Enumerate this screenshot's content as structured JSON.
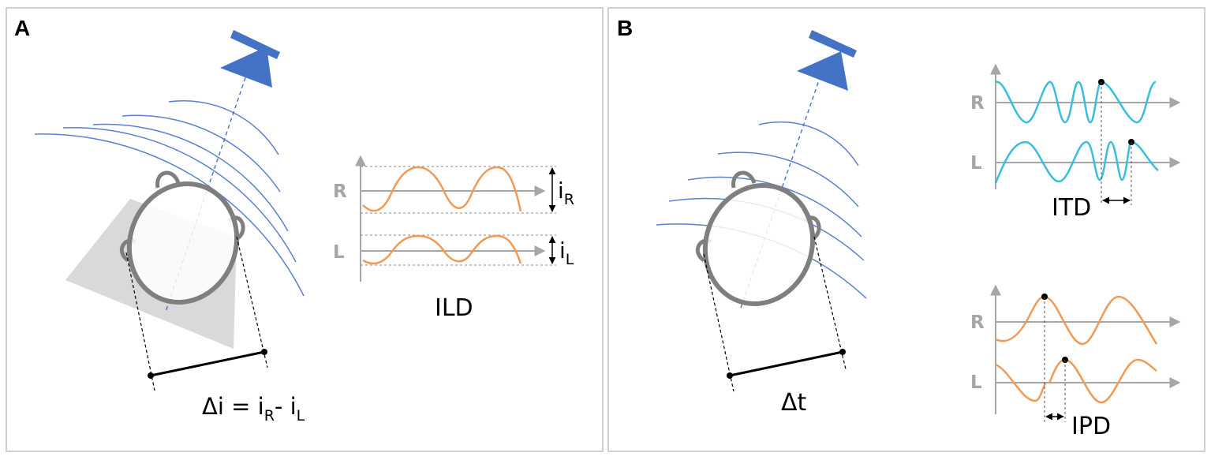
{
  "panels": {
    "a": {
      "letter": "A",
      "chart_label": "ILD",
      "channel_r": "R",
      "channel_l": "L",
      "intensity_symbol": "i",
      "sub_r": "R",
      "sub_l": "L",
      "equation_prefix": "Δi = i",
      "equation_mid": "- i",
      "equation_sub_r": "R",
      "equation_sub_l": "L"
    },
    "b": {
      "letter": "B",
      "delta_label": "Δt",
      "itd_label": "ITD",
      "ipd_label": "IPD",
      "channel_r": "R",
      "channel_l": "L"
    }
  },
  "colors": {
    "speaker": "#4472c4",
    "wavefront": "#5b7fd1",
    "head": "#7f7f7f",
    "orange_wave": "#f19a55",
    "cyan_wave": "#39bde0",
    "axis": "#a6a6a6",
    "shadow": "#d9d9d9",
    "border": "#d0d0d0"
  }
}
